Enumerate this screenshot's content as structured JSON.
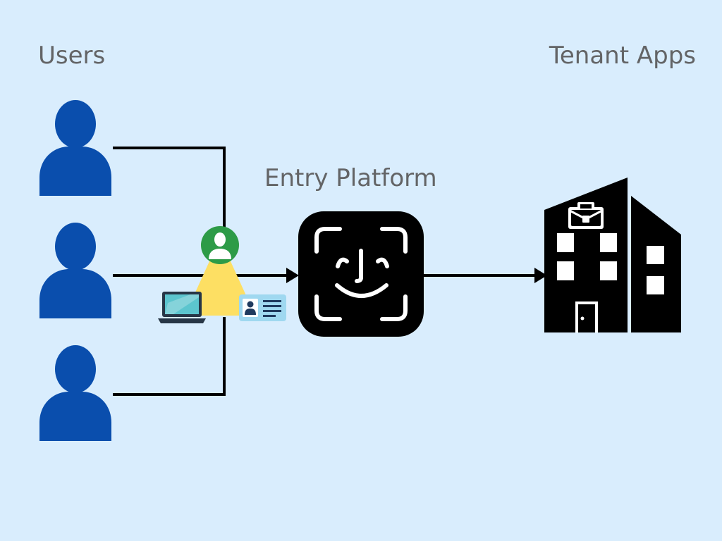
{
  "labels": {
    "users": "Users",
    "platform": "Entry Platform",
    "tenants": "Tenant Apps"
  },
  "icons": {
    "users": [
      "person-icon",
      "person-icon",
      "person-icon"
    ],
    "hub": "user-identity-hub-icon",
    "laptop": "laptop-icon",
    "id_card": "id-card-icon",
    "platform": "face-id-icon",
    "tenant": "office-building-icon"
  },
  "colors": {
    "background": "#d9edfd",
    "label_text": "#636466",
    "user_icon": "#0a4ead",
    "hub_triangle": "#fddf63",
    "hub_avatar": "#2d9b47",
    "laptop_screen": "#5cc5ce",
    "id_card": "#9fd8f0",
    "id_card_ink": "#1f3a5e",
    "line": "#000000",
    "face_tile": "#000000",
    "face_lines": "#ffffff",
    "building": "#000000"
  }
}
